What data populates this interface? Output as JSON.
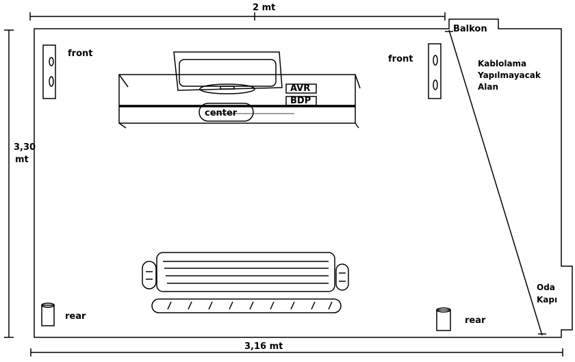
{
  "dimensions": {
    "top_width": "2 mt",
    "height_value": "3,30",
    "height_unit": "mt",
    "bottom_width": "3,16 mt"
  },
  "labels": {
    "balcony": "Balkon",
    "no_cabling_line1": "Kablolama",
    "no_cabling_line2": "Yapılmayacak",
    "no_cabling_line3": "Alan",
    "front_left": "front",
    "front_right": "front",
    "rear_left": "rear",
    "rear_right": "rear",
    "center": "center",
    "avr": "AVR",
    "bdp": "BDP",
    "door_line1": "Oda",
    "door_line2": "Kapı"
  }
}
